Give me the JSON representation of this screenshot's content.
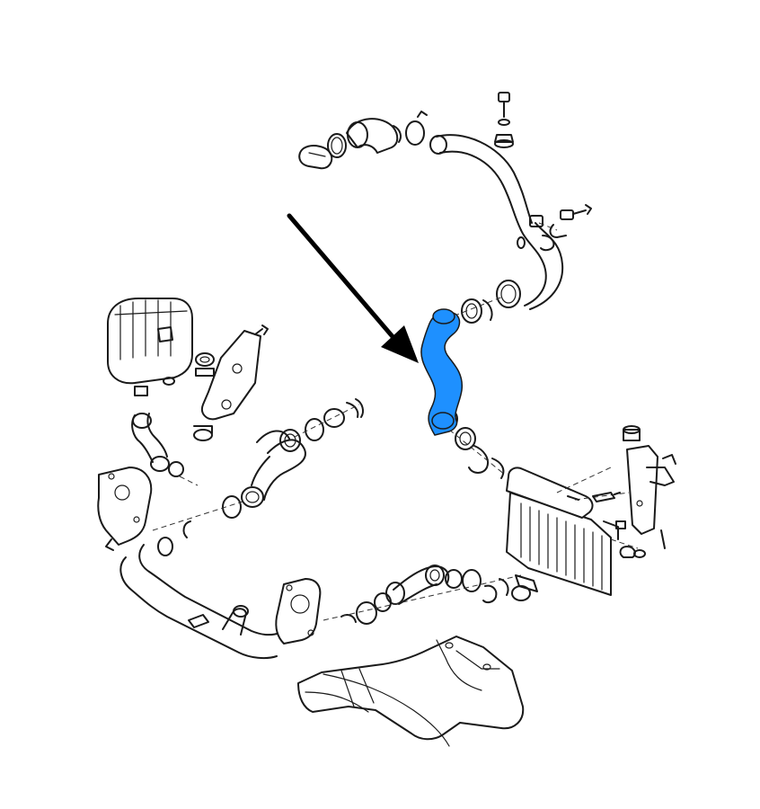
{
  "highlight_color": "#1e90ff",
  "line_color": "#1a1a1a",
  "arrow_color": "#000000",
  "components": [
    "upper-intake-pipe",
    "coolant-expansion-tank",
    "highlighted-hose",
    "lower-hose-assembly",
    "exhaust-manifold-pipe",
    "intercooler",
    "air-duct",
    "mounting-bracket"
  ]
}
